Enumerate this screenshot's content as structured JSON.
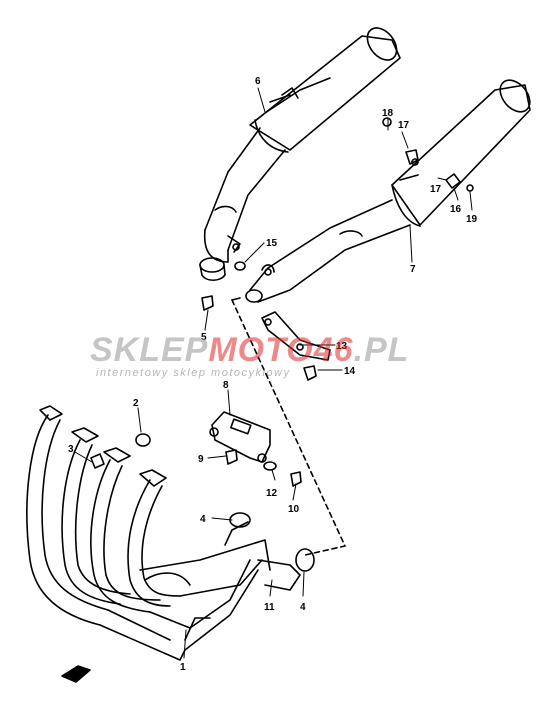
{
  "watermark": {
    "brand_a": "SKLEP",
    "brand_b": "MOTO",
    "brand_c": "46",
    "brand_d": ".PL",
    "tagline": "internetowy sklep motocyklowy",
    "color_gray": "#969696",
    "color_red": "#dc2828"
  },
  "callouts": {
    "p1": "1",
    "p2": "2",
    "p3": "3",
    "p4a": "4",
    "p4b": "4",
    "p5": "5",
    "p6": "6",
    "p7": "7",
    "p8": "8",
    "p9": "9",
    "p10": "10",
    "p11": "11",
    "p12": "12",
    "p13": "13",
    "p14": "14",
    "p15": "15",
    "p16": "16",
    "p17a": "17",
    "p17b": "17",
    "p18": "18",
    "p19": "19"
  },
  "ink_color": "#000000"
}
